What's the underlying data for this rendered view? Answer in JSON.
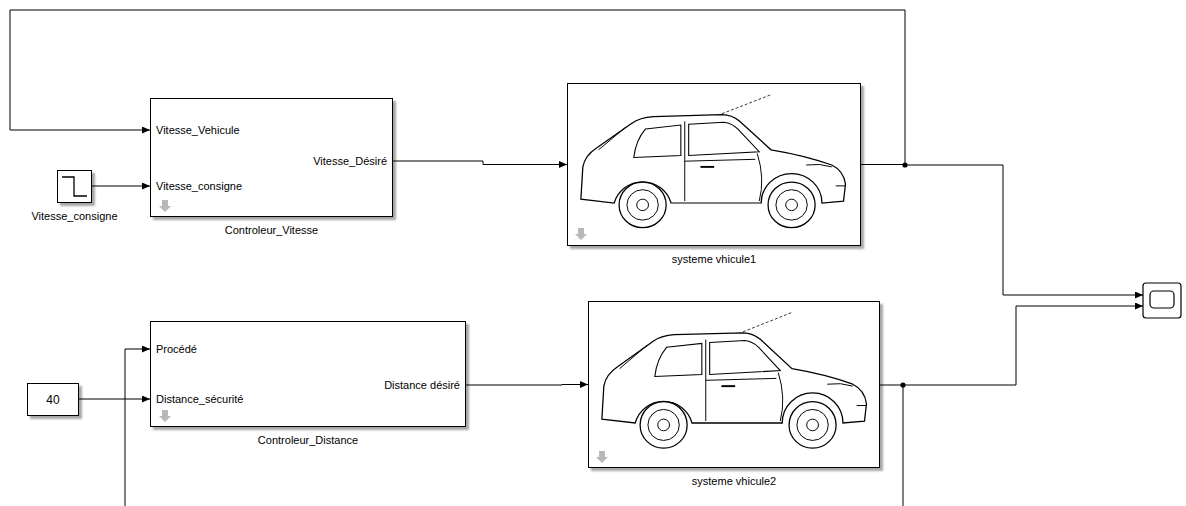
{
  "diagram": {
    "nodes": [
      {
        "text": [
          "Vitesse_Vehicule",
          "Vitesse_consigne",
          "Vitesse_Désiré",
          "Controleur_Vitesse"
        ]
      },
      {
        "text": [
          "Vitesse_consigne"
        ]
      },
      {
        "text": [
          "systeme vhicule1"
        ]
      },
      {
        "text": [
          "40"
        ]
      },
      {
        "text": [
          "Procédé",
          "Distance_sécurité",
          "Distance désiré",
          "Controleur_Distance"
        ]
      },
      {
        "text": [
          "systeme vhicule2"
        ]
      }
    ],
    "edges": [
      {
        "from": 1,
        "to": 0,
        "arrow": "to"
      },
      {
        "from": 0,
        "to": 2,
        "arrow": "to"
      },
      {
        "from": 2,
        "to": 0,
        "arrow": "to"
      },
      {
        "from": 3,
        "to": 4,
        "arrow": "to"
      },
      {
        "from": 4,
        "to": 5,
        "arrow": "to"
      }
    ]
  }
}
